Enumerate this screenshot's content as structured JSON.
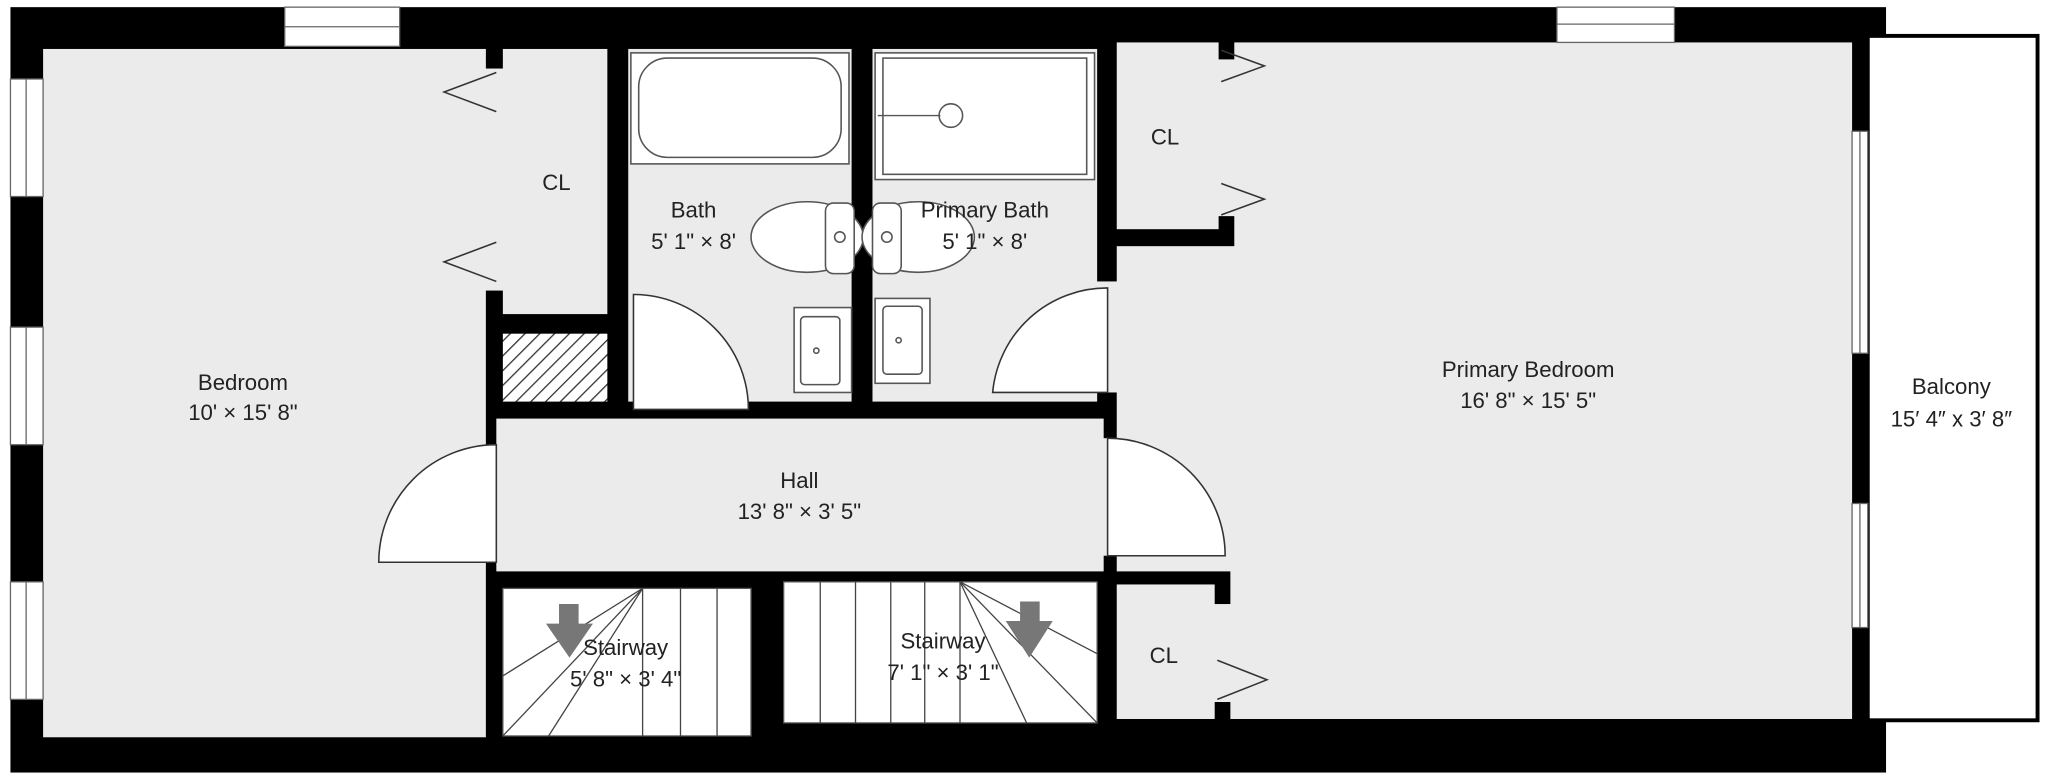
{
  "rooms": {
    "bedroom": {
      "name": "Bedroom",
      "size": "10' × 15' 8\""
    },
    "closet_left": {
      "name": "CL"
    },
    "bath": {
      "name": "Bath",
      "size": "5' 1\" × 8'"
    },
    "primary_bath": {
      "name": "Primary Bath",
      "size": "5' 1\" × 8'"
    },
    "closet_top_right": {
      "name": "CL"
    },
    "primary_bedroom": {
      "name": "Primary Bedroom",
      "size": "16' 8\" × 15' 5\""
    },
    "balcony": {
      "name": "Balcony",
      "size": "15′ 4″ x 3′ 8″"
    },
    "hall": {
      "name": "Hall",
      "size": "13' 8\" × 3' 5\""
    },
    "stairway_left": {
      "name": "Stairway",
      "size": "5' 8\" × 3' 4\""
    },
    "stairway_right": {
      "name": "Stairway",
      "size": "7' 1\" × 3' 1\""
    },
    "closet_bottom_right": {
      "name": "CL"
    }
  },
  "colors": {
    "wall": "#000000",
    "floor": "#ebebeb",
    "arrow": "#777777"
  }
}
